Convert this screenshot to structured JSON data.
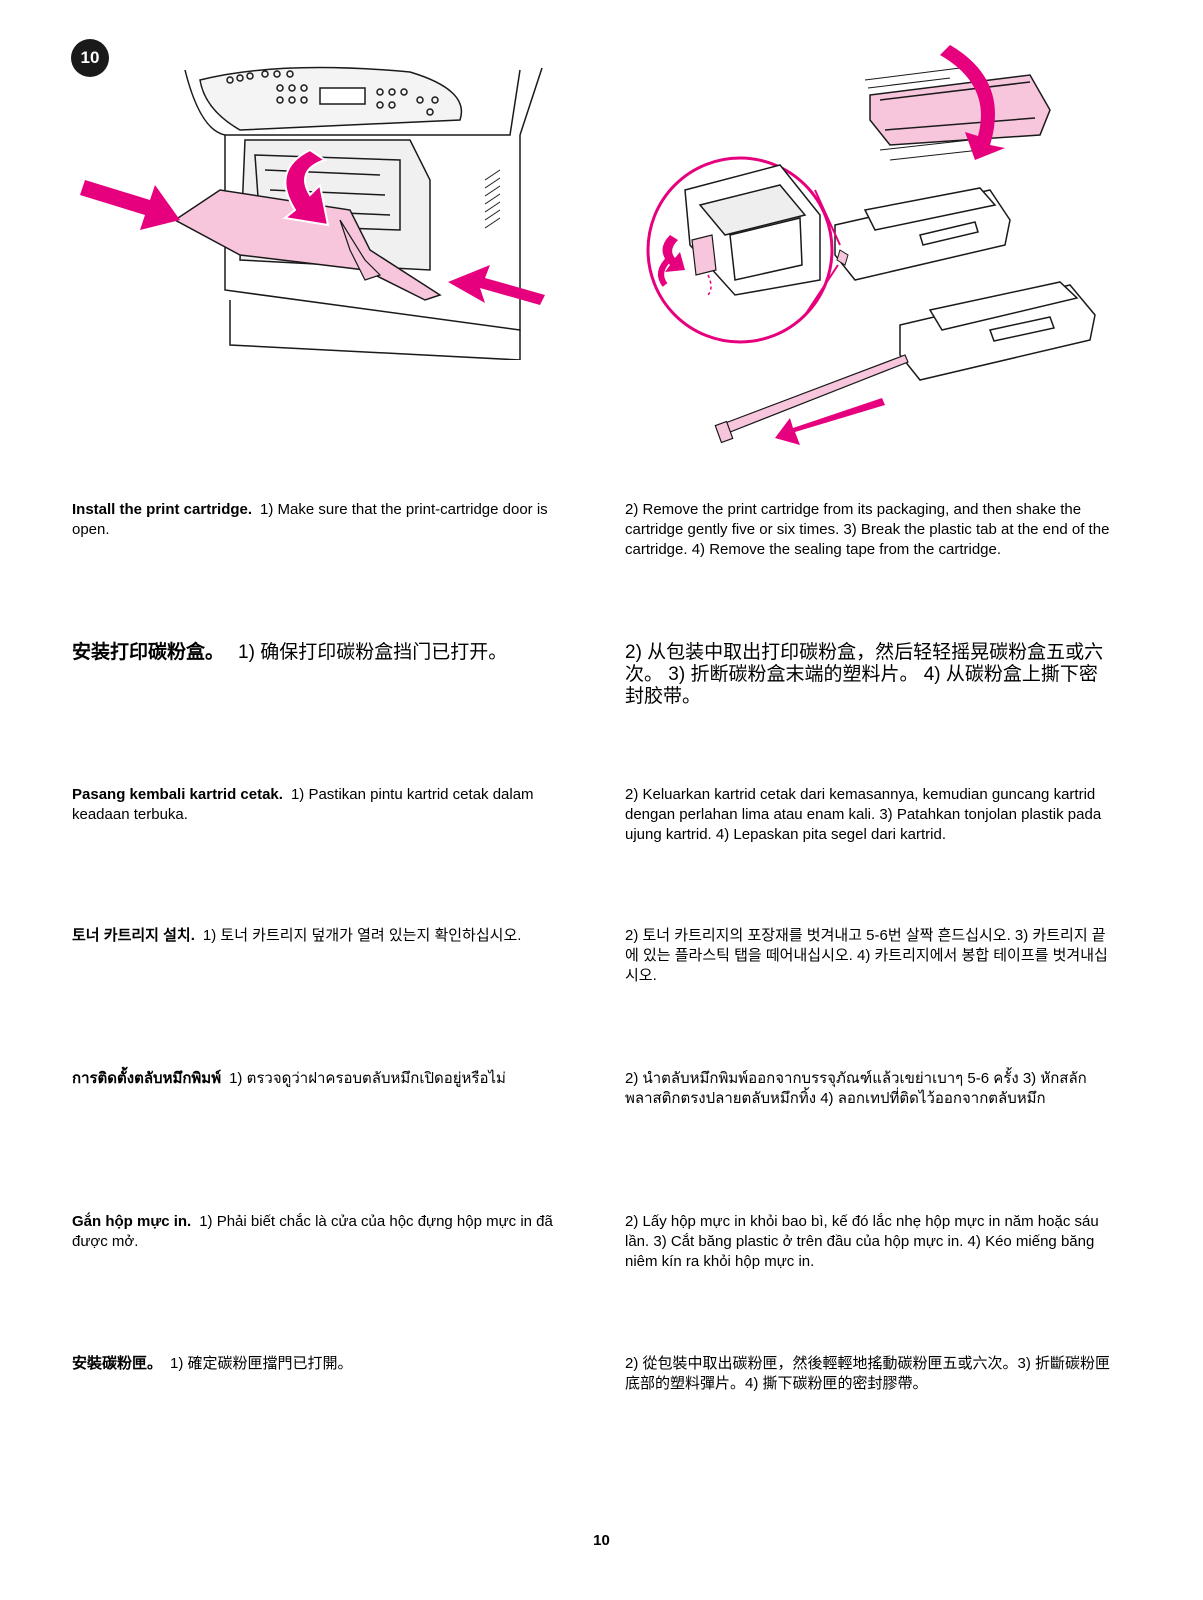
{
  "step_number": "10",
  "page_number": "10",
  "colors": {
    "accent_magenta": "#e6007e",
    "pink_fill": "#f7c6dd",
    "line": "#1a1a1a"
  },
  "sections": [
    {
      "lang": "en",
      "left_bold": "Install the print cartridge.",
      "left_text": "1) Make sure that the print-cartridge door is open.",
      "right_text": "2) Remove the print cartridge from its packaging, and then shake the cartridge gently five or six times. 3) Break the plastic tab at the end of the cartridge. 4) Remove the sealing tape from the cartridge."
    },
    {
      "lang": "zh-cn",
      "left_bold": "安装打印碳粉盒。",
      "left_text": "1) 确保打印碳粉盒挡门已打开。",
      "right_text": "2) 从包装中取出打印碳粉盒，然后轻轻摇晃碳粉盒五或六次。 3) 折断碳粉盒末端的塑料片。 4) 从碳粉盒上撕下密封胶带。"
    },
    {
      "lang": "id",
      "left_bold": "Pasang kembali kartrid cetak.",
      "left_text": "1) Pastikan pintu kartrid cetak dalam keadaan terbuka.",
      "right_text": "2) Keluarkan kartrid cetak dari kemasannya, kemudian guncang kartrid dengan perlahan lima atau enam kali. 3) Patahkan tonjolan plastik pada ujung kartrid. 4) Lepaskan pita segel dari kartrid."
    },
    {
      "lang": "ko",
      "left_bold": "토너 카트리지 설치.",
      "left_text": "1) 토너 카트리지 덮개가 열려 있는지 확인하십시오.",
      "right_text": "2) 토너 카트리지의 포장재를 벗겨내고 5-6번 살짝 흔드십시오. 3) 카트리지 끝에 있는 플라스틱 탭을 떼어내십시오. 4) 카트리지에서 봉합 테이프를 벗겨내십시오."
    },
    {
      "lang": "th",
      "left_bold": "การติดตั้งตลับหมึกพิมพ์",
      "left_text": "1) ตรวจดูว่าฝาครอบตลับหมึกเปิดอยู่หรือไม่",
      "right_text": "2) นำตลับหมึกพิมพ์ออกจากบรรจุภัณฑ์แล้วเขย่าเบาๆ 5-6 ครั้ง 3) หักสลักพลาสติกตรงปลายตลับหมึกทิ้ง 4) ลอกเทปที่ติดไว้ออกจากตลับหมึก"
    },
    {
      "lang": "vi",
      "left_bold": "Gắn hộp mực in.",
      "left_text": "1) Phải biết chắc là cửa của hộc đựng hộp mực in đã được mở.",
      "right_text": "2) Lấy hộp mực in khỏi bao bì, kế đó lắc nhẹ hộp mực in năm hoặc sáu lần. 3) Cắt băng plastic ở trên đầu của hộp mực in. 4) Kéo miếng băng niêm kín ra khỏi hộp mực in."
    },
    {
      "lang": "zh-tw",
      "left_bold": "安裝碳粉匣。",
      "left_text": "1) 確定碳粉匣擋門已打開。",
      "right_text": "2) 從包裝中取出碳粉匣，然後輕輕地搖動碳粉匣五或六次。3) 折斷碳粉匣底部的塑料彈片。4) 撕下碳粉匣的密封膠帶。"
    }
  ]
}
